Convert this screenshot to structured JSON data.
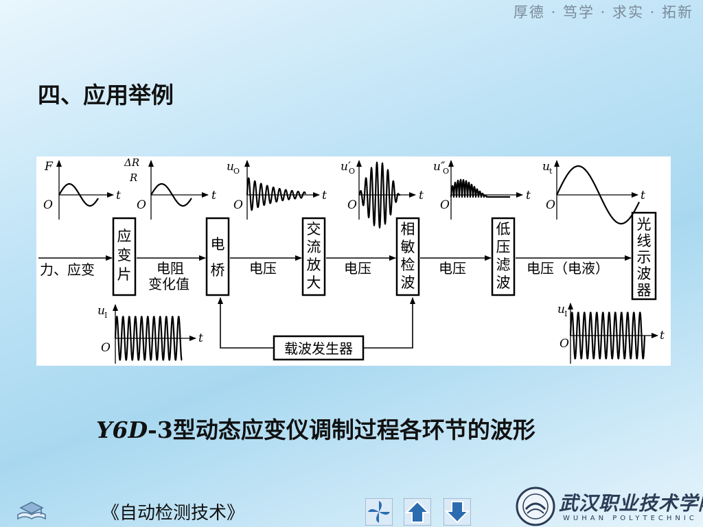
{
  "header": {
    "motto": "厚德 · 笃学 · 求实 · 拓新"
  },
  "slide": {
    "title": "四、应用举例"
  },
  "diagram": {
    "blocks": {
      "strain_gauge": [
        "应",
        "变",
        "片"
      ],
      "bridge": [
        "电",
        "桥"
      ],
      "ac_amp": [
        "交",
        "流",
        "放",
        "大"
      ],
      "phase_detect": [
        "相",
        "敏",
        "检",
        "波"
      ],
      "lowpass": [
        "低",
        "压",
        "滤",
        "波"
      ],
      "oscillo": [
        "光",
        "线",
        "示",
        "波",
        "器"
      ],
      "carrier": "载波发生器"
    },
    "signals": {
      "input": "力、应变",
      "resist_1": "电阻",
      "resist_2": "变化值",
      "volt1": "电压",
      "volt2": "电压",
      "volt3": "电压",
      "volt4": "电压（电液）"
    },
    "waves": {
      "w1": {
        "y": "F",
        "x": "t",
        "o": "O"
      },
      "w2": {
        "y_top": "ΔR",
        "y_bot": "R",
        "x": "t",
        "o": "O"
      },
      "w3": {
        "y": "u",
        "sub": "O",
        "x": "t",
        "o": "O"
      },
      "w4": {
        "y": "u′",
        "sub": "O",
        "x": "t",
        "o": "O"
      },
      "w5": {
        "y": "u″",
        "sub": "O",
        "x": "t",
        "o": "O"
      },
      "w6": {
        "y": "u",
        "sub": "t",
        "x": "t",
        "o": "O"
      },
      "w7": {
        "y": "u",
        "sub": "I",
        "x": "t",
        "o": "O"
      },
      "w8": {
        "y": "u",
        "sub": "I",
        "x": "t",
        "o": "O"
      }
    }
  },
  "caption": {
    "model": "Y6D",
    "suffix": "-3",
    "text": "型动态应变仪调制过程各环节的波形"
  },
  "footer": {
    "book_title": "《自动检测技术》"
  },
  "logo": {
    "cn": "武汉职业技术学院",
    "en": "WUHAN POLYTECHNIC"
  }
}
